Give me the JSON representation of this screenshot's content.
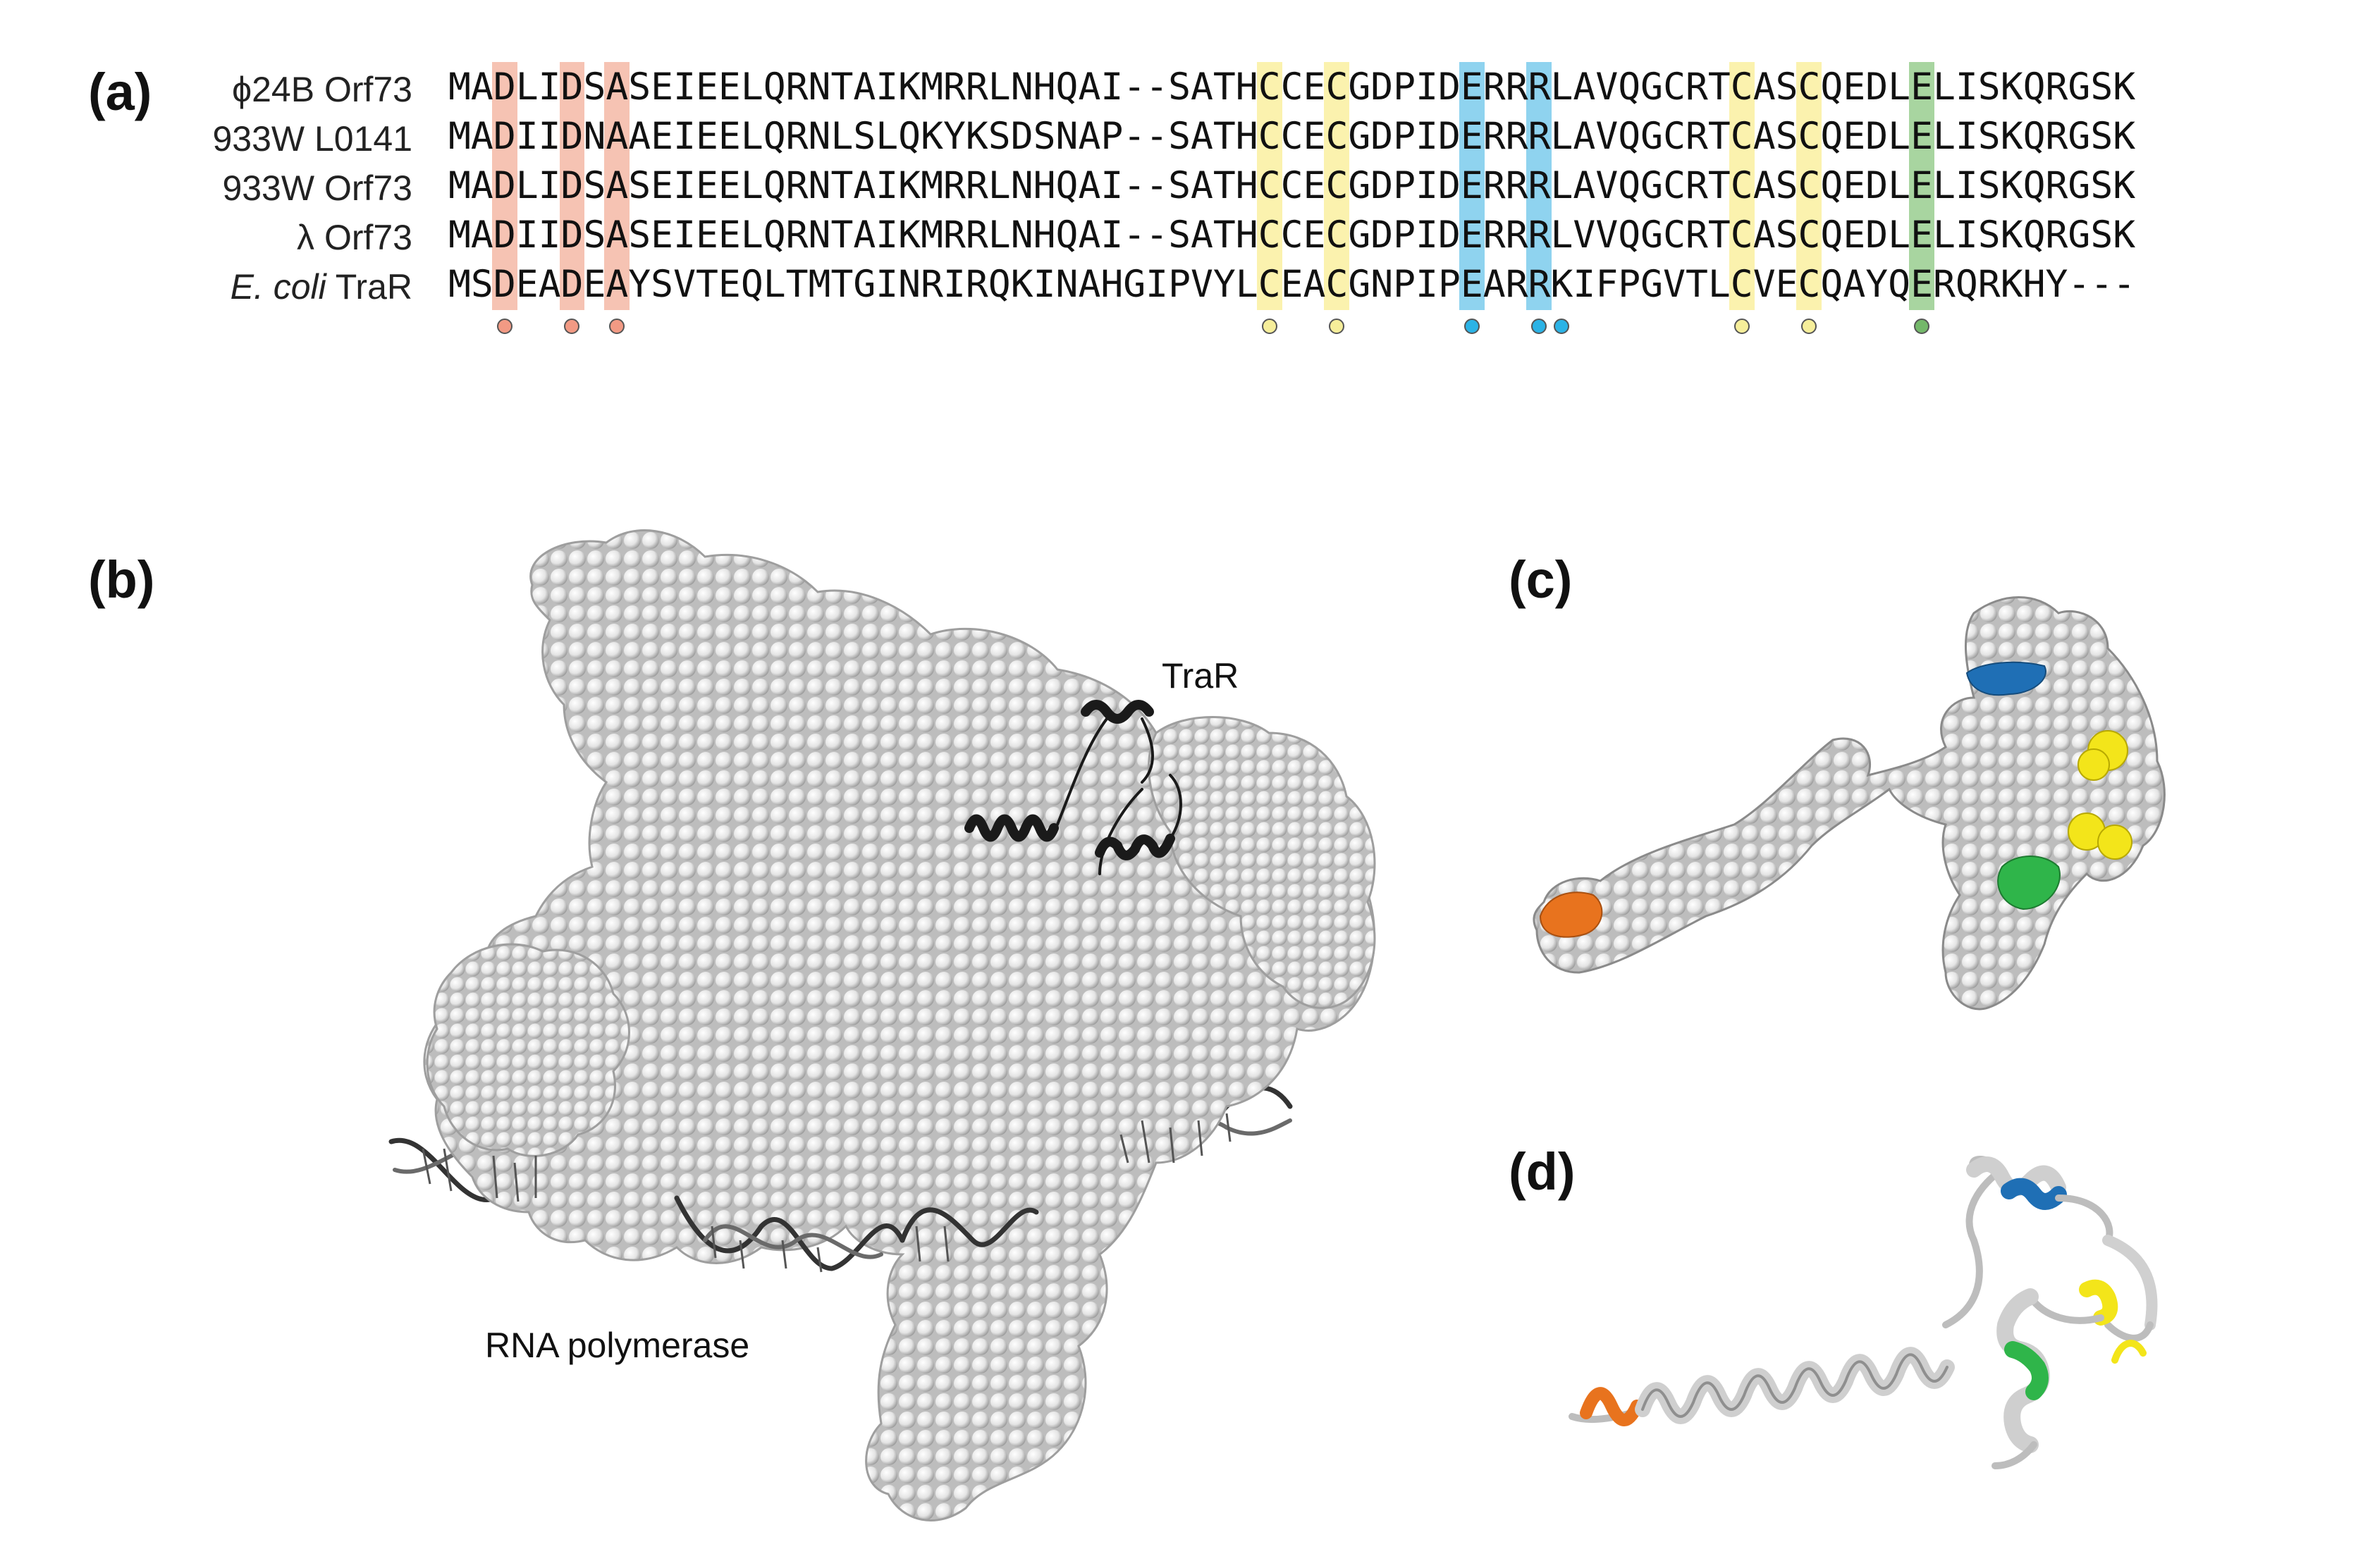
{
  "panels": {
    "a": "(a)",
    "b": "(b)",
    "c": "(c)",
    "d": "(d)"
  },
  "alignment": {
    "rows": [
      {
        "name": "ϕ24B Orf73",
        "sequence": "MADLIDSASEIEELQRNTAIKMRRLNHQAI--SATHCCECGDPIDERRRLAVQGCRTCASCQEDLELISKQRGSK"
      },
      {
        "name": "933W L0141",
        "sequence": "MADIIDNAAEIEELQRNLSLQKYKSDSNAP--SATHCCECGDPIDERRRLAVQGCRTCASCQEDLELISKQRGSK"
      },
      {
        "name": "933W Orf73",
        "sequence": "MADLIDSASEIEELQRNTAIKMRRLNHQAI--SATHCCECGDPIDERRRLAVQGCRTCASCQEDLELISKQRGSK"
      },
      {
        "name": "λ Orf73",
        "sequence": "MADIIDSASEIEELQRNTAIKMRRLNHQAI--SATHCCECGDPIDERRRLVVQGCRTCASCQEDLELISKQRGSK"
      },
      {
        "name_italic": "E. coli",
        "name_rest": " TraR",
        "sequence": "MSDEADEAYSVTEQLTMTGINRIRQKINAHGIPVYLCEACGNPIPEARRKIFPGVTLCVECQAYQERQRKHY---"
      }
    ],
    "highlights": [
      {
        "col": 2,
        "color": "#f6c3b3"
      },
      {
        "col": 5,
        "color": "#f6c3b3"
      },
      {
        "col": 7,
        "color": "#f6c3b3"
      },
      {
        "col": 36,
        "color": "#fbf2ae"
      },
      {
        "col": 39,
        "color": "#fbf2ae"
      },
      {
        "col": 45,
        "color": "#8fd3ef"
      },
      {
        "col": 48,
        "color": "#8fd3ef"
      },
      {
        "col": 57,
        "color": "#fbf2ae"
      },
      {
        "col": 60,
        "color": "#fbf2ae"
      },
      {
        "col": 65,
        "color": "#a8d5a0"
      }
    ],
    "markers": [
      {
        "col": 2,
        "color": "#f29a84"
      },
      {
        "col": 5,
        "color": "#f29a84"
      },
      {
        "col": 7,
        "color": "#f29a84"
      },
      {
        "col": 36,
        "color": "#f6ee9a"
      },
      {
        "col": 39,
        "color": "#f6ee9a"
      },
      {
        "col": 45,
        "color": "#2bb3e6"
      },
      {
        "col": 48,
        "color": "#2bb3e6"
      },
      {
        "col": 49,
        "color": "#2bb3e6"
      },
      {
        "col": 57,
        "color": "#f6ee9a"
      },
      {
        "col": 60,
        "color": "#f6ee9a"
      },
      {
        "col": 65,
        "color": "#74b86a"
      }
    ]
  },
  "panel_b": {
    "label_trar": "TraR",
    "label_rnap": "RNA polymerase"
  },
  "colors": {
    "atom": "#d8d8d8",
    "orange": "#e8731e",
    "blue": "#1f6fb5",
    "yellow": "#f3e51a",
    "green": "#2fb54a",
    "cartoon_dark": "#1a1a1a"
  }
}
